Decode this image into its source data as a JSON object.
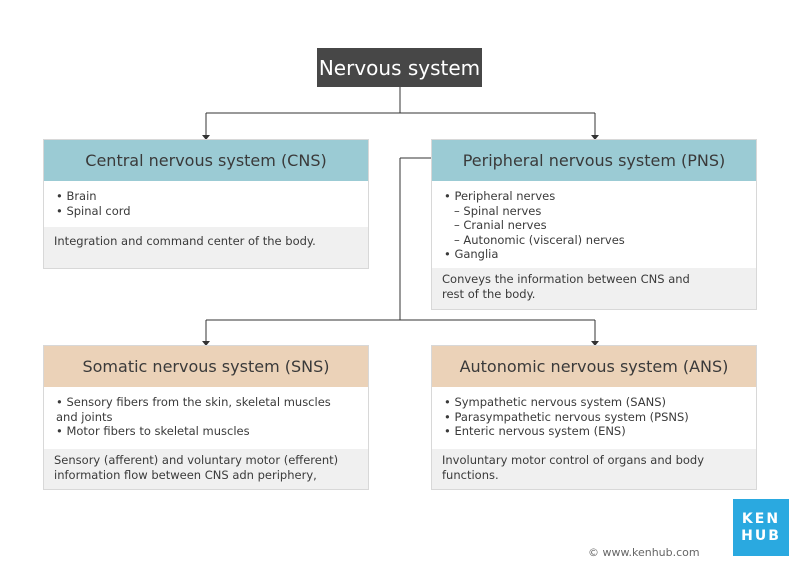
{
  "root": {
    "title": "Nervous system"
  },
  "cns": {
    "title": "Central nervous system (CNS)",
    "items": [
      "• Brain",
      "• Spinal cord"
    ],
    "description": "Integration and command center of the body."
  },
  "pns": {
    "title": "Peripheral nervous system (PNS)",
    "items": [
      "• Peripheral nerves",
      "– Spinal nerves",
      "– Cranial nerves",
      "– Autonomic (visceral) nerves",
      "• Ganglia"
    ],
    "description_lines": [
      "Conveys the information between CNS and",
      "rest of the body."
    ]
  },
  "sns": {
    "title": "Somatic nervous system (SNS)",
    "items": [
      "• Sensory fibers from the skin, skeletal muscles",
      "and joints",
      "• Motor fibers to skeletal muscles"
    ],
    "description_lines": [
      "Sensory (afferent) and voluntary motor (efferent)",
      "information flow between CNS adn periphery,"
    ]
  },
  "ans": {
    "title": "Autonomic nervous system (ANS)",
    "items": [
      "• Sympathetic nervous system (SANS)",
      "• Parasympathetic nervous system (PSNS)",
      "• Enteric nervous system (ENS)"
    ],
    "description_lines": [
      "Involuntary motor control of organs and body",
      "functions."
    ]
  },
  "footer": {
    "copyright": "© www.kenhub.com",
    "logo_line1": "KEN",
    "logo_line2": "HUB"
  },
  "colors": {
    "root": "#474747",
    "blue_header": "#9bcbd4",
    "tan_header": "#ebd2b8",
    "logo": "#2aa9e0"
  }
}
